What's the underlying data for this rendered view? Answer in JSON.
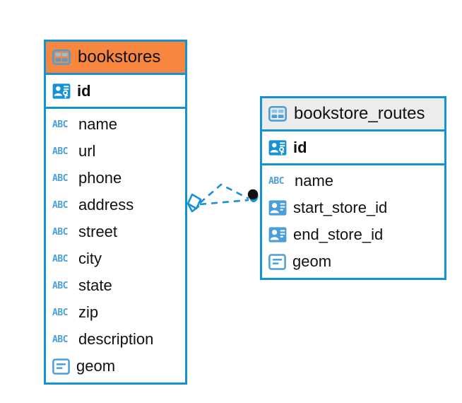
{
  "diagram": {
    "type": "entity-relationship-diagram",
    "background": "#ffffff",
    "accent_color": "#1592d4",
    "highlight_color": "#f7873f",
    "neutral_header_color": "#ececec",
    "icon_blue": "#4a9fd8"
  },
  "entities": [
    {
      "id": "bookstores",
      "title": "bookstores",
      "header_icon": "table-icon",
      "header_style": "accent",
      "primary_keys": [
        {
          "name": "id",
          "icon": "primary-key-icon",
          "type": "key"
        }
      ],
      "columns": [
        {
          "name": "name",
          "icon": "text-type-icon",
          "type": "ABC"
        },
        {
          "name": "url",
          "icon": "text-type-icon",
          "type": "ABC"
        },
        {
          "name": "phone",
          "icon": "text-type-icon",
          "type": "ABC"
        },
        {
          "name": "address",
          "icon": "text-type-icon",
          "type": "ABC"
        },
        {
          "name": "street",
          "icon": "text-type-icon",
          "type": "ABC"
        },
        {
          "name": "city",
          "icon": "text-type-icon",
          "type": "ABC"
        },
        {
          "name": "state",
          "icon": "text-type-icon",
          "type": "ABC"
        },
        {
          "name": "zip",
          "icon": "text-type-icon",
          "type": "ABC"
        },
        {
          "name": "description",
          "icon": "text-type-icon",
          "type": "ABC"
        },
        {
          "name": "geom",
          "icon": "geometry-type-icon",
          "type": "geometry"
        }
      ]
    },
    {
      "id": "bookstore_routes",
      "title": "bookstore_routes",
      "header_icon": "table-icon",
      "header_style": "neutral",
      "primary_keys": [
        {
          "name": "id",
          "icon": "primary-key-icon",
          "type": "key"
        }
      ],
      "columns": [
        {
          "name": "name",
          "icon": "text-type-icon",
          "type": "ABC"
        },
        {
          "name": "start_store_id",
          "icon": "foreign-key-icon",
          "type": "reference"
        },
        {
          "name": "end_store_id",
          "icon": "foreign-key-icon",
          "type": "reference"
        },
        {
          "name": "geom",
          "icon": "geometry-type-icon",
          "type": "geometry"
        }
      ]
    }
  ],
  "relationship": {
    "source_entity": "bookstores",
    "target_entity": "bookstore_routes",
    "style": "dashed",
    "color": "#1592d4",
    "source_endpoint_icon": "diamond-endpoint-icon",
    "target_endpoint_icon": "filled-circle-endpoint-icon"
  }
}
